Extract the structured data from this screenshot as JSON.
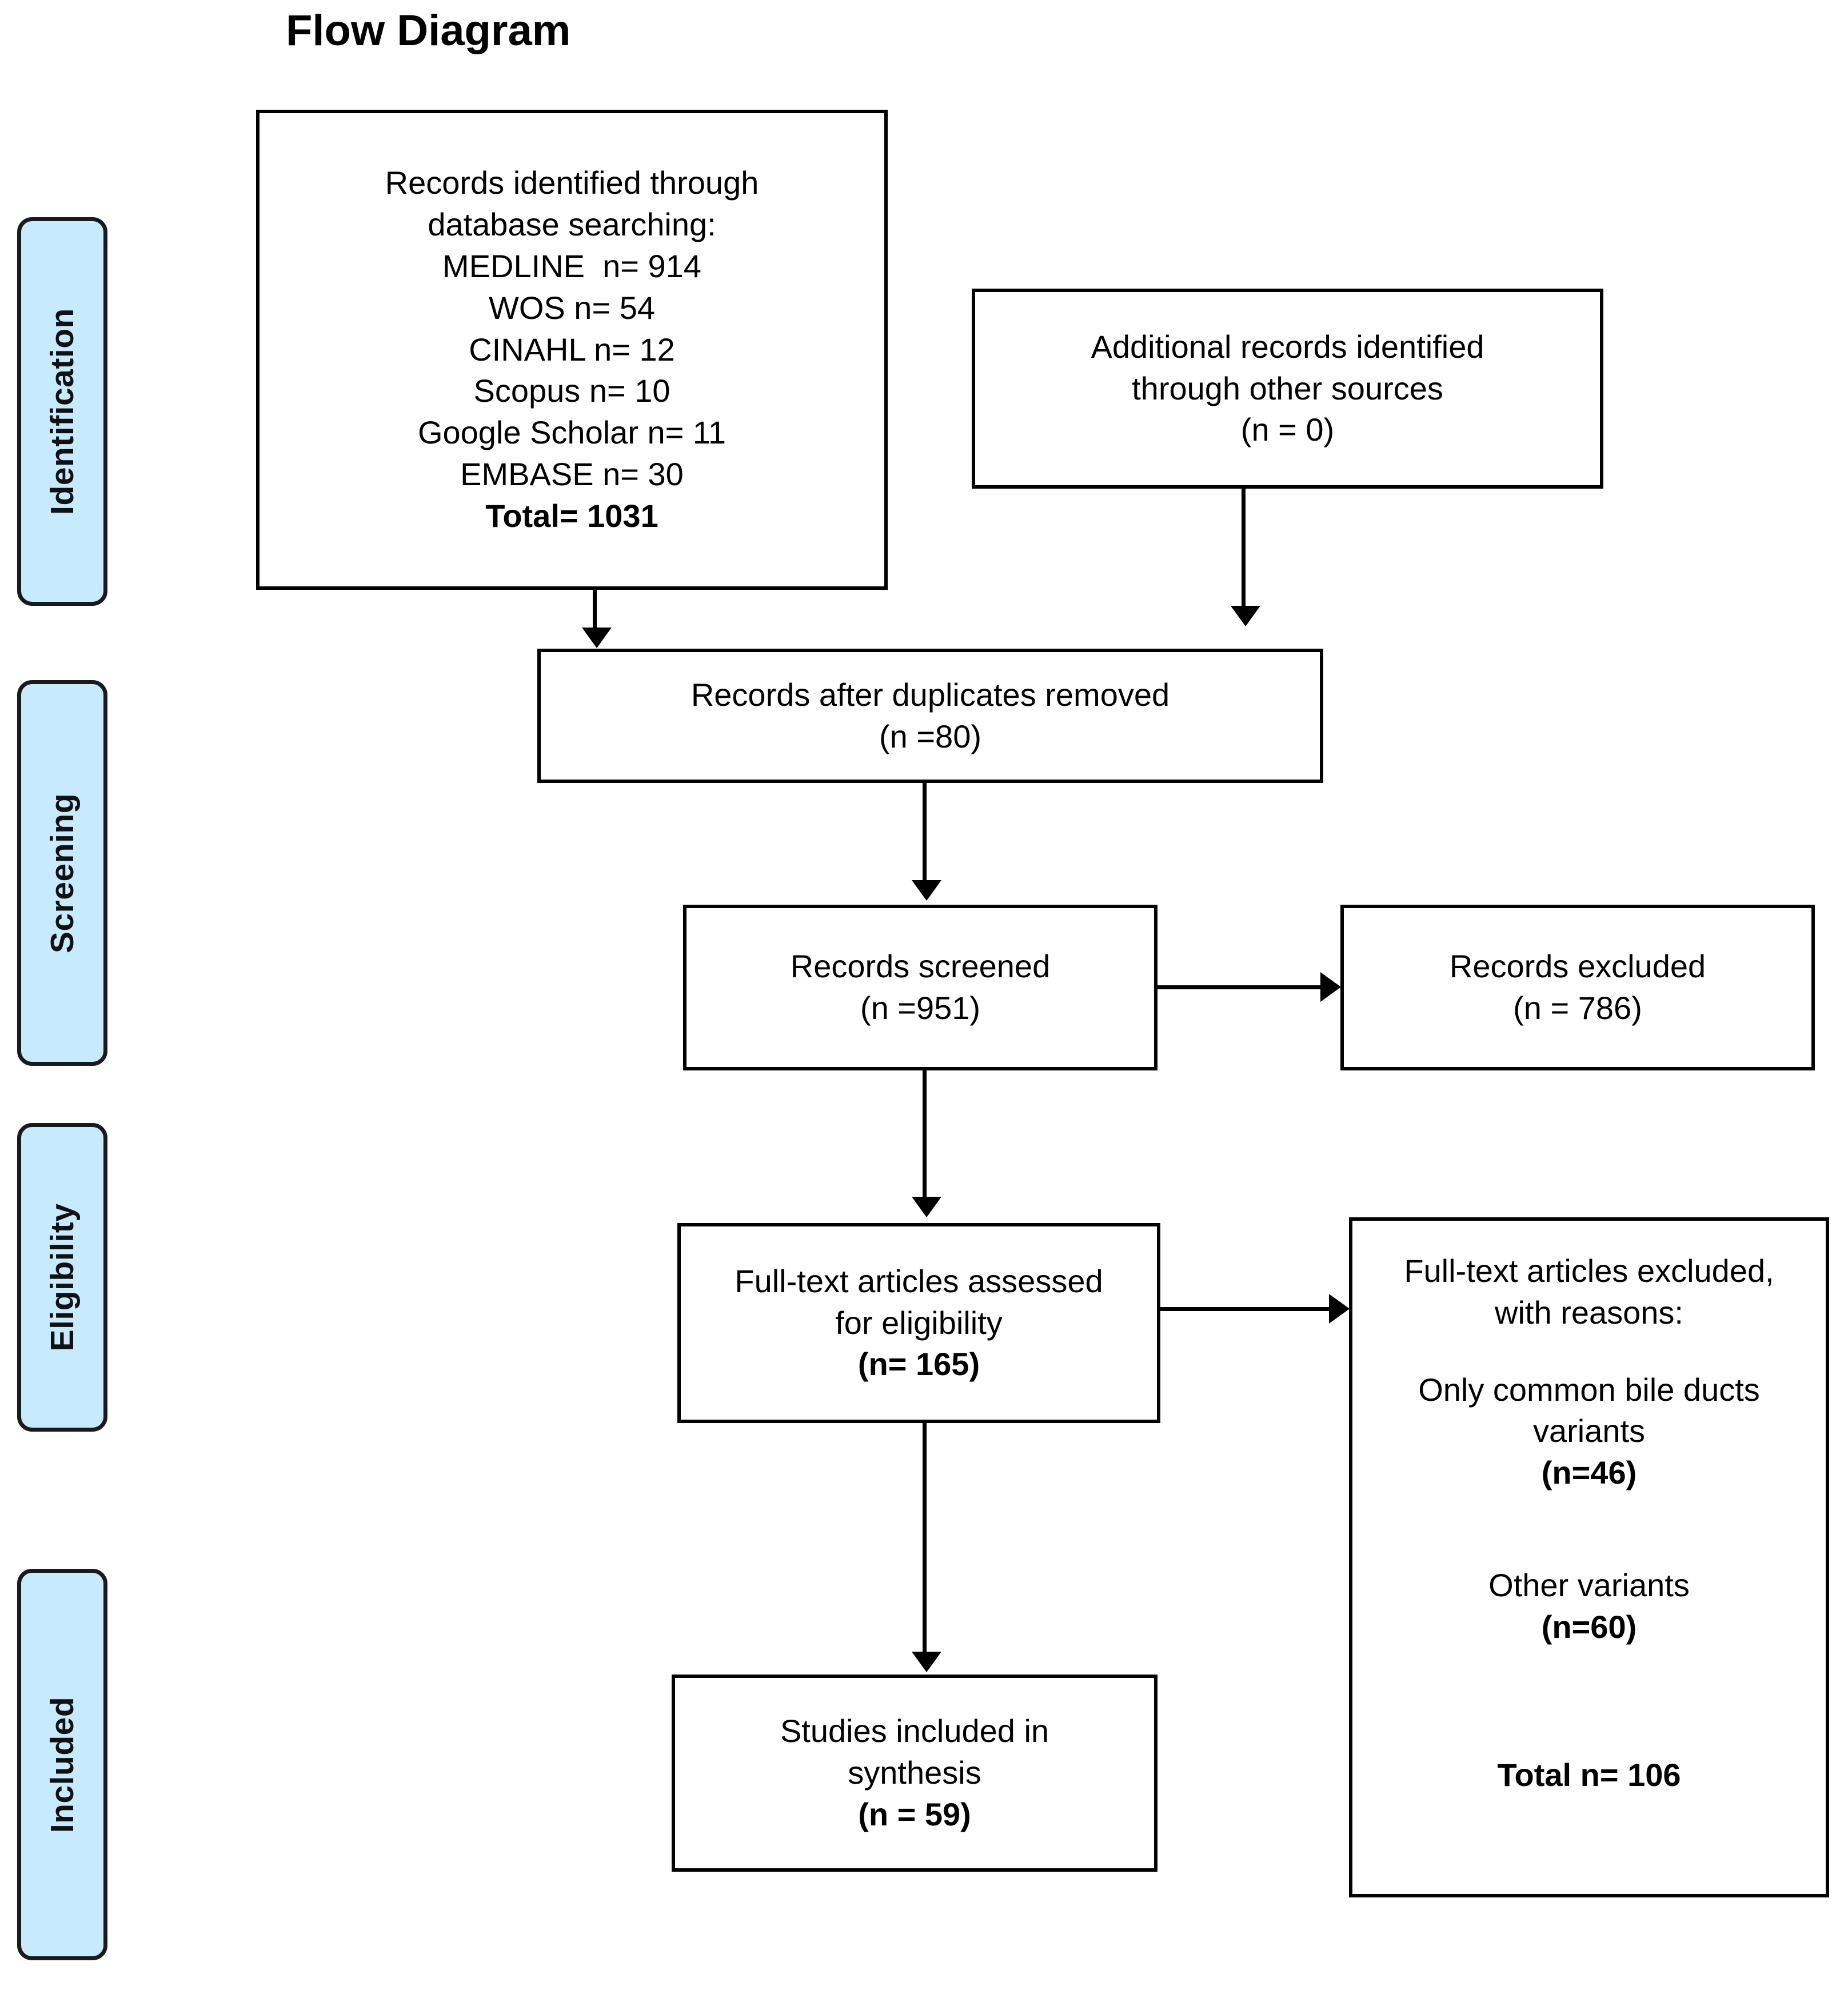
{
  "title": "Flow Diagram",
  "colors": {
    "stage_fill": "#c8eaff",
    "stage_border": "#1a1a1a",
    "box_border": "#000000",
    "text": "#000000",
    "background": "#ffffff"
  },
  "stages": [
    {
      "id": "identification",
      "label": "Identification"
    },
    {
      "id": "screening",
      "label": "Screening"
    },
    {
      "id": "eligibility",
      "label": "Eligibility"
    },
    {
      "id": "included",
      "label": "Included"
    }
  ],
  "boxes": {
    "identified_database": {
      "lines": [
        "Records identified through",
        "database searching:",
        "MEDLINE  n= 914",
        "WOS n= 54",
        "CINAHL n= 12",
        "Scopus n= 10",
        "Google Scholar n= 11",
        "EMBASE n= 30"
      ],
      "total_line": "Total= 1031"
    },
    "additional_records": {
      "lines": [
        "Additional records identified",
        "through other sources",
        "(n = 0)"
      ]
    },
    "duplicates_removed": {
      "lines": [
        "Records after duplicates removed",
        "(n =80)"
      ]
    },
    "records_screened": {
      "lines": [
        "Records screened",
        "(n =951)"
      ]
    },
    "records_excluded": {
      "lines": [
        "Records excluded",
        "(n = 786)"
      ]
    },
    "fulltext_assessed": {
      "lines": [
        "Full-text articles assessed",
        "for eligibility"
      ],
      "count_line": "(n= 165)"
    },
    "fulltext_excluded": {
      "heading": [
        "Full-text articles excluded,",
        "with reasons:"
      ],
      "reason_1": {
        "lines": [
          "Only common bile ducts",
          "variants"
        ],
        "count": "(n=46)"
      },
      "reason_2": {
        "lines": [
          "Other variants"
        ],
        "count": "(n=60)"
      },
      "total": "Total n= 106"
    },
    "studies_included": {
      "lines": [
        "Studies included in",
        "synthesis"
      ],
      "count_line": "(n = 59)"
    }
  },
  "chart_data": {
    "type": "diagram",
    "diagram_type": "PRISMA flow diagram",
    "title": "Flow Diagram",
    "stages": [
      "Identification",
      "Screening",
      "Eligibility",
      "Included"
    ],
    "nodes": [
      {
        "id": "identified_database",
        "stage": "Identification",
        "label": "Records identified through database searching",
        "value": 1031,
        "breakdown": [
          {
            "source": "MEDLINE",
            "n": 914
          },
          {
            "source": "WOS",
            "n": 54
          },
          {
            "source": "CINAHL",
            "n": 12
          },
          {
            "source": "Scopus",
            "n": 10
          },
          {
            "source": "Google Scholar",
            "n": 11
          },
          {
            "source": "EMBASE",
            "n": 30
          }
        ]
      },
      {
        "id": "additional_records",
        "stage": "Identification",
        "label": "Additional records identified through other sources",
        "value": 0
      },
      {
        "id": "duplicates_removed",
        "stage": "Screening",
        "label": "Records after duplicates removed",
        "value": 80
      },
      {
        "id": "records_screened",
        "stage": "Screening",
        "label": "Records screened",
        "value": 951
      },
      {
        "id": "records_excluded",
        "stage": "Screening",
        "label": "Records excluded",
        "value": 786
      },
      {
        "id": "fulltext_assessed",
        "stage": "Eligibility",
        "label": "Full-text articles assessed for eligibility",
        "value": 165
      },
      {
        "id": "fulltext_excluded",
        "stage": "Eligibility",
        "label": "Full-text articles excluded, with reasons",
        "value": 106,
        "breakdown": [
          {
            "reason": "Only common bile ducts variants",
            "n": 46
          },
          {
            "reason": "Other variants",
            "n": 60
          }
        ]
      },
      {
        "id": "studies_included",
        "stage": "Included",
        "label": "Studies included in synthesis",
        "value": 59
      }
    ],
    "edges": [
      {
        "from": "identified_database",
        "to": "duplicates_removed"
      },
      {
        "from": "additional_records",
        "to": "duplicates_removed"
      },
      {
        "from": "duplicates_removed",
        "to": "records_screened"
      },
      {
        "from": "records_screened",
        "to": "records_excluded"
      },
      {
        "from": "records_screened",
        "to": "fulltext_assessed"
      },
      {
        "from": "fulltext_assessed",
        "to": "fulltext_excluded"
      },
      {
        "from": "fulltext_assessed",
        "to": "studies_included"
      }
    ]
  }
}
